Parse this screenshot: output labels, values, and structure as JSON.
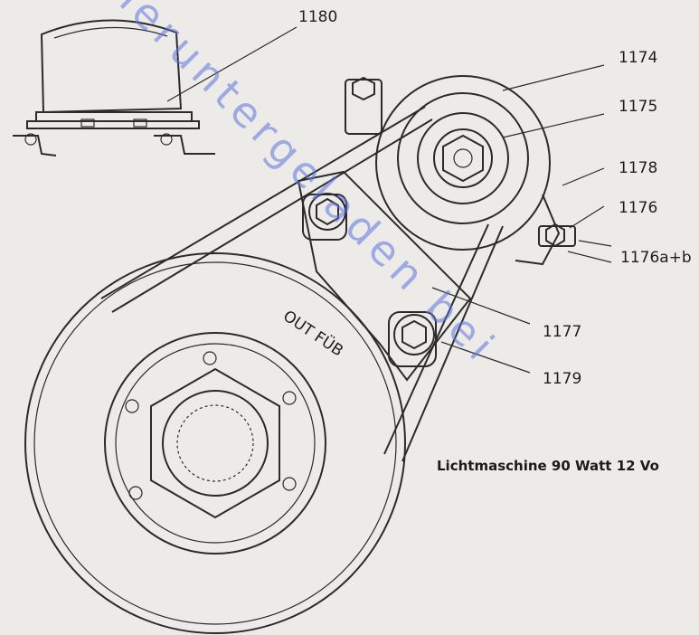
{
  "part_labels": {
    "p1180": "1180",
    "p1174": "1174",
    "p1175": "1175",
    "p1178": "1178",
    "p1176": "1176",
    "p1176ab": "1176a+b",
    "p1177": "1177",
    "p1179": "1179"
  },
  "pulley_marking": "OUT FÜB",
  "caption": "Lichtmaschine 90 Watt 12 Vo",
  "watermark": "heruntergeladen bei",
  "colors": {
    "paper": "#ecebe7",
    "ink": "#2b2b2b",
    "watermark": "#5c73e0"
  }
}
